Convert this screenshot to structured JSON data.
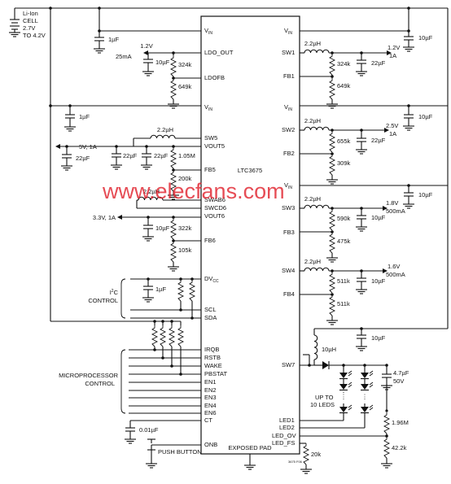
{
  "chip": {
    "name": "LTC3675",
    "exposed_pad": "EXPOSED PAD",
    "figure_code": "3675 F06",
    "left_pins": {
      "vin": "V",
      "vin_sub": "IN",
      "ldo_out": "LDO_OUT",
      "ldofb": "LDOFB",
      "sw5": "SW5",
      "vout5": "VOUT5",
      "fb5": "FB5",
      "swab6": "SWAB6",
      "swcd6": "SWCD6",
      "vout6": "VOUT6",
      "fb6": "FB6",
      "dvcc": "DV",
      "dvcc_sub": "CC",
      "scl": "SCL",
      "sda": "SDA",
      "irqb": "IRQB",
      "rstb": "RSTB",
      "wake": "WAKE",
      "pbstat": "PBSTAT",
      "en1": "EN1",
      "en2": "EN2",
      "en3": "EN3",
      "en4": "EN4",
      "en6": "EN6",
      "ct": "CT",
      "onb": "ONB"
    },
    "right_pins": {
      "vin": "V",
      "vin_sub": "IN",
      "sw1": "SW1",
      "fb1": "FB1",
      "sw2": "SW2",
      "fb2": "FB2",
      "sw3": "SW3",
      "fb3": "FB3",
      "sw4": "SW4",
      "fb4": "FB4",
      "sw7": "SW7",
      "led1": "LED1",
      "led2": "LED2",
      "led_ov": "LED_OV",
      "led_fs": "LED_FS"
    }
  },
  "battery": {
    "line1": "Li-Ion",
    "line2": "CELL",
    "line3": "2.7V",
    "line4": "TO 4.2V"
  },
  "components": {
    "cap_1uf": "1µF",
    "cap_10uf": "10µF",
    "cap_22uf": "22µF",
    "cap_4_7uf": "4.7µF",
    "cap_4_7uf_v": "50V",
    "cap_0_01uf": "0.01µF",
    "ind_2_2uh": "2.2µH",
    "ind_10uh": "10µH",
    "r_324k": "324k",
    "r_649k": "649k",
    "r_655k": "655k",
    "r_309k": "309k",
    "r_590k": "590k",
    "r_475k": "475k",
    "r_511k": "511k",
    "r_1_05m": "1.05M",
    "r_200k": "200k",
    "r_322k": "322k",
    "r_105k": "105k",
    "r_1_96m": "1.96M",
    "r_42_2k": "42.2k",
    "r_20k": "20k"
  },
  "outputs": {
    "ldo_v": "1.2V",
    "ldo_i": "25mA",
    "o1_v": "1.2V",
    "o1_i": "1A",
    "o2_v": "2.5V",
    "o2_i": "1A",
    "o3_v": "1.8V",
    "o3_i": "500mA",
    "o4_v": "1.6V",
    "o4_i": "500mA",
    "o5": "5V, 1A",
    "o6": "3.3V, 1A"
  },
  "labels": {
    "i2c": "I",
    "i2c_sup": "2",
    "i2c_rest": "C",
    "control": "CONTROL",
    "microprocessor": "MICROPROCESSOR",
    "push_button": "PUSH BUTTON",
    "up_to": "UP TO",
    "leds": "10 LEDS"
  },
  "watermark": "www.elecfans.com"
}
